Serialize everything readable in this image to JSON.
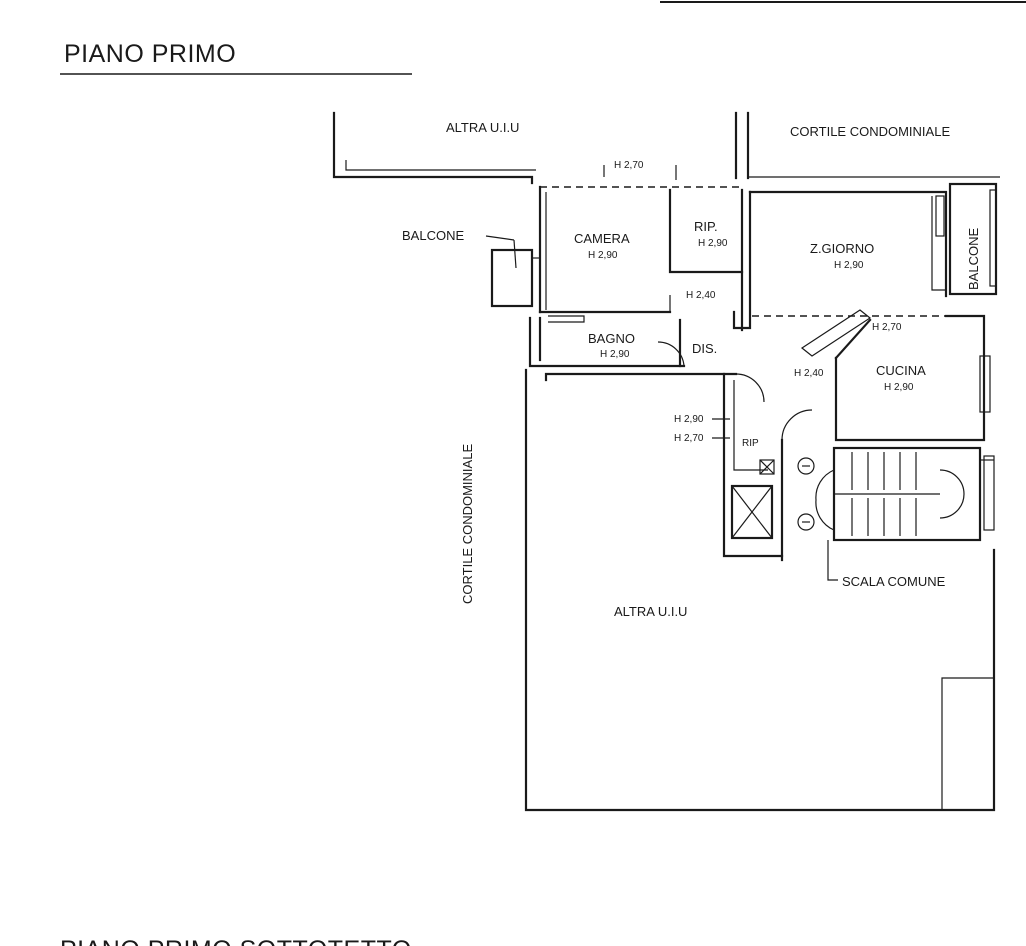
{
  "floor_title": "PIANO PRIMO",
  "bottom_title": "PIANO PRIMO SOTTOTETTO",
  "labels": {
    "altra_uiu_top": "ALTRA U.I.U",
    "cortile_top": "CORTILE   CONDOMINIALE",
    "balcone_left": "BALCONE",
    "balcone_right": "BALCONE",
    "cortile_left": "CORTILE CONDOMINIALE",
    "altra_uiu_bottom": "ALTRA U.I.U",
    "scala_comune": "SCALA COMUNE"
  },
  "rooms": {
    "camera": {
      "name": "CAMERA",
      "height": "H 2,90"
    },
    "rip_top": {
      "name": "RIP.",
      "height": "H 2,90"
    },
    "giorno": {
      "name": "Z.GIORNO",
      "height": "H 2,90"
    },
    "bagno": {
      "name": "BAGNO",
      "height": "H 2,90"
    },
    "dis": {
      "name": "DIS."
    },
    "cucina": {
      "name": "CUCINA",
      "height": "H 2,90"
    },
    "rip_small": {
      "name": "RIP"
    }
  },
  "heights": {
    "top_corridor": "H 2,70",
    "dis_area": "H 2,40",
    "hall": "H 2,40",
    "giorno_step": "H 2,70",
    "rip_a": "H 2,90",
    "rip_b": "H 2,70"
  }
}
